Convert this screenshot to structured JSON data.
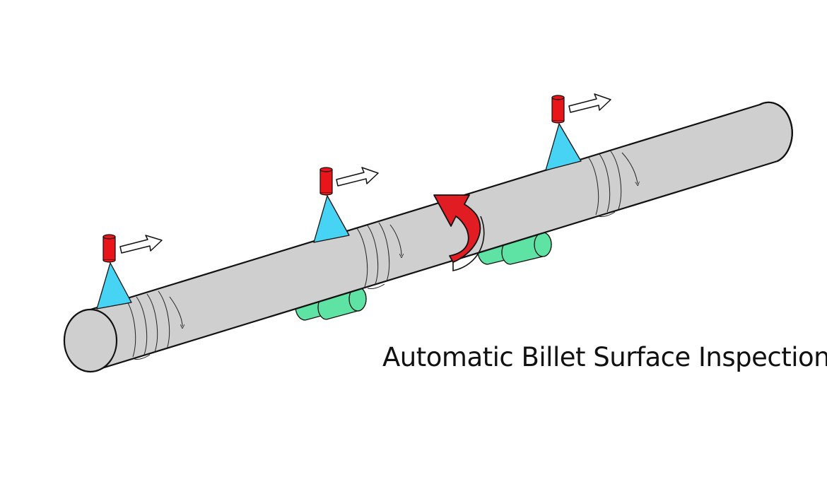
{
  "caption": {
    "text": "Automatic Billet Surface Inspection"
  },
  "colors": {
    "billet_fill": "#cfcfcf",
    "outline": "#111111",
    "sensor_cone": "#47d3f3",
    "sensor_head": "#e8161b",
    "support_roller": "#5fe3a5",
    "rotation_arrow": "#e11c22",
    "direction_arrow_fill": "#ffffff"
  },
  "icons": {
    "sensor": "cone-sensor-icon",
    "direction": "right-arrow-icon",
    "rotation": "curved-rotation-arrow-icon",
    "roller": "cylinder-roller-icon"
  },
  "sensor_count": 3,
  "roller_count": 2
}
